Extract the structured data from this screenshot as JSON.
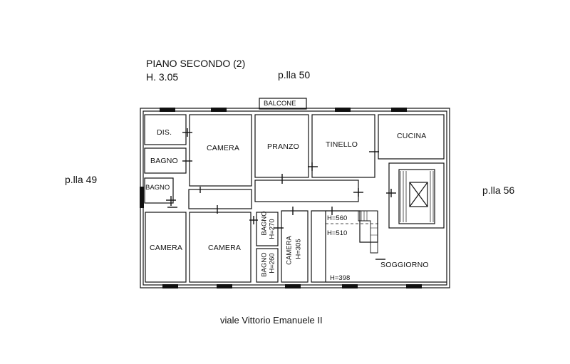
{
  "header": {
    "title": "PIANO SECONDO (2)",
    "height": "H. 3.05",
    "top_parcel": "p.lla 50"
  },
  "neighbors": {
    "left": "p.lla 49",
    "right": "p.lla 56"
  },
  "street": "viale Vittorio Emanuele II",
  "balcony": "BALCONE",
  "rooms": {
    "dis": "DIS.",
    "bagno_1": "BAGNO",
    "bagno_2": "BAGNO",
    "camera_top": "CAMERA",
    "pranzo": "PRANZO",
    "tinello": "TINELLO",
    "cucina": "CUCINA",
    "camera_bl": "CAMERA",
    "camera_bm": "CAMERA",
    "bagno_v1": "BAGNO",
    "bagno_v1_h": "H=270",
    "bagno_v2": "BAGNO",
    "bagno_v2_h": "H=260",
    "camera_v": "CAMERA",
    "camera_v_h": "H=305",
    "soggiorno": "SOGGIORNO"
  },
  "heights": {
    "h560": "H=560",
    "h510": "H=510",
    "h398": "H=398"
  },
  "colors": {
    "wall": "#111111",
    "background": "#ffffff"
  }
}
